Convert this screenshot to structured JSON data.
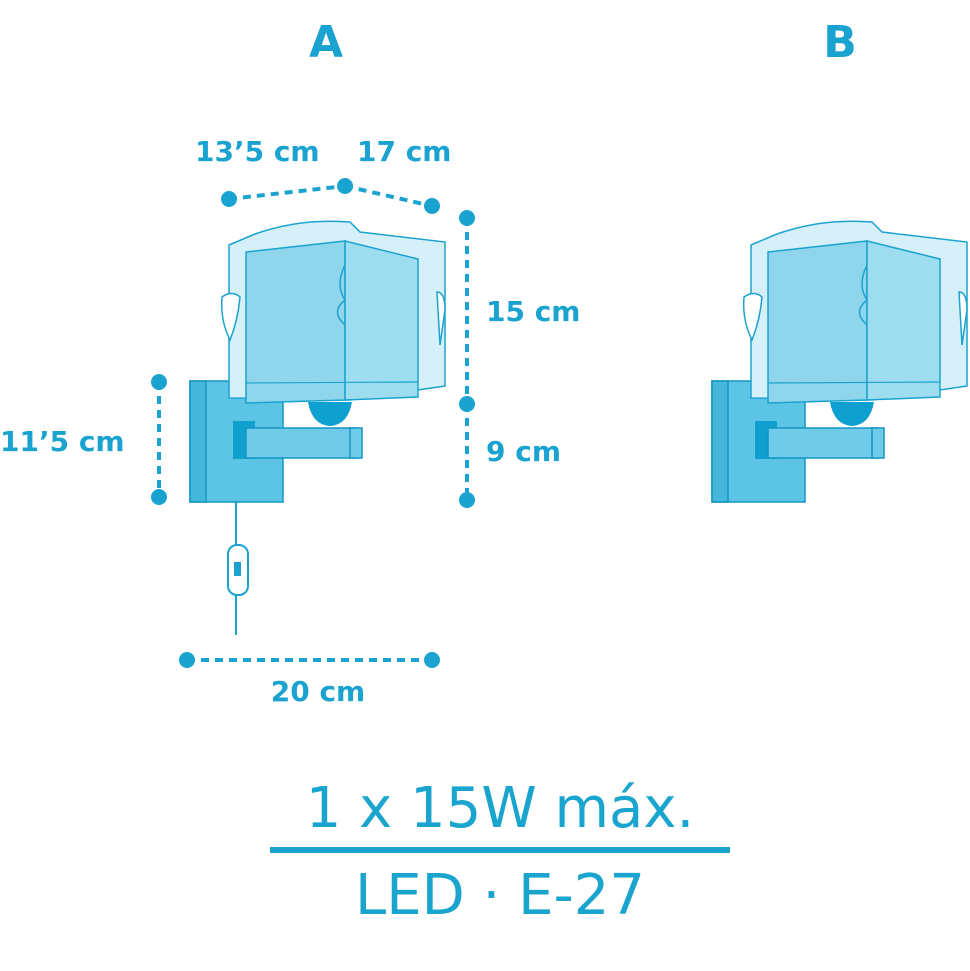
{
  "variants": {
    "a": "A",
    "b": "B"
  },
  "dimensions": {
    "shade_depth": "13’5 cm",
    "shade_width": "17 cm",
    "shade_height": "15 cm",
    "arm_height": "9 cm",
    "plate_height": "11’5 cm",
    "total_depth": "20 cm"
  },
  "specs": {
    "power": "1 x 15W máx.",
    "bulb": "LED · E-27"
  },
  "colors": {
    "accent": "#1aa3d0",
    "shade": "#8fd6ec",
    "shade_light": "#d6f0f9",
    "plate": "#5cc4e4"
  }
}
